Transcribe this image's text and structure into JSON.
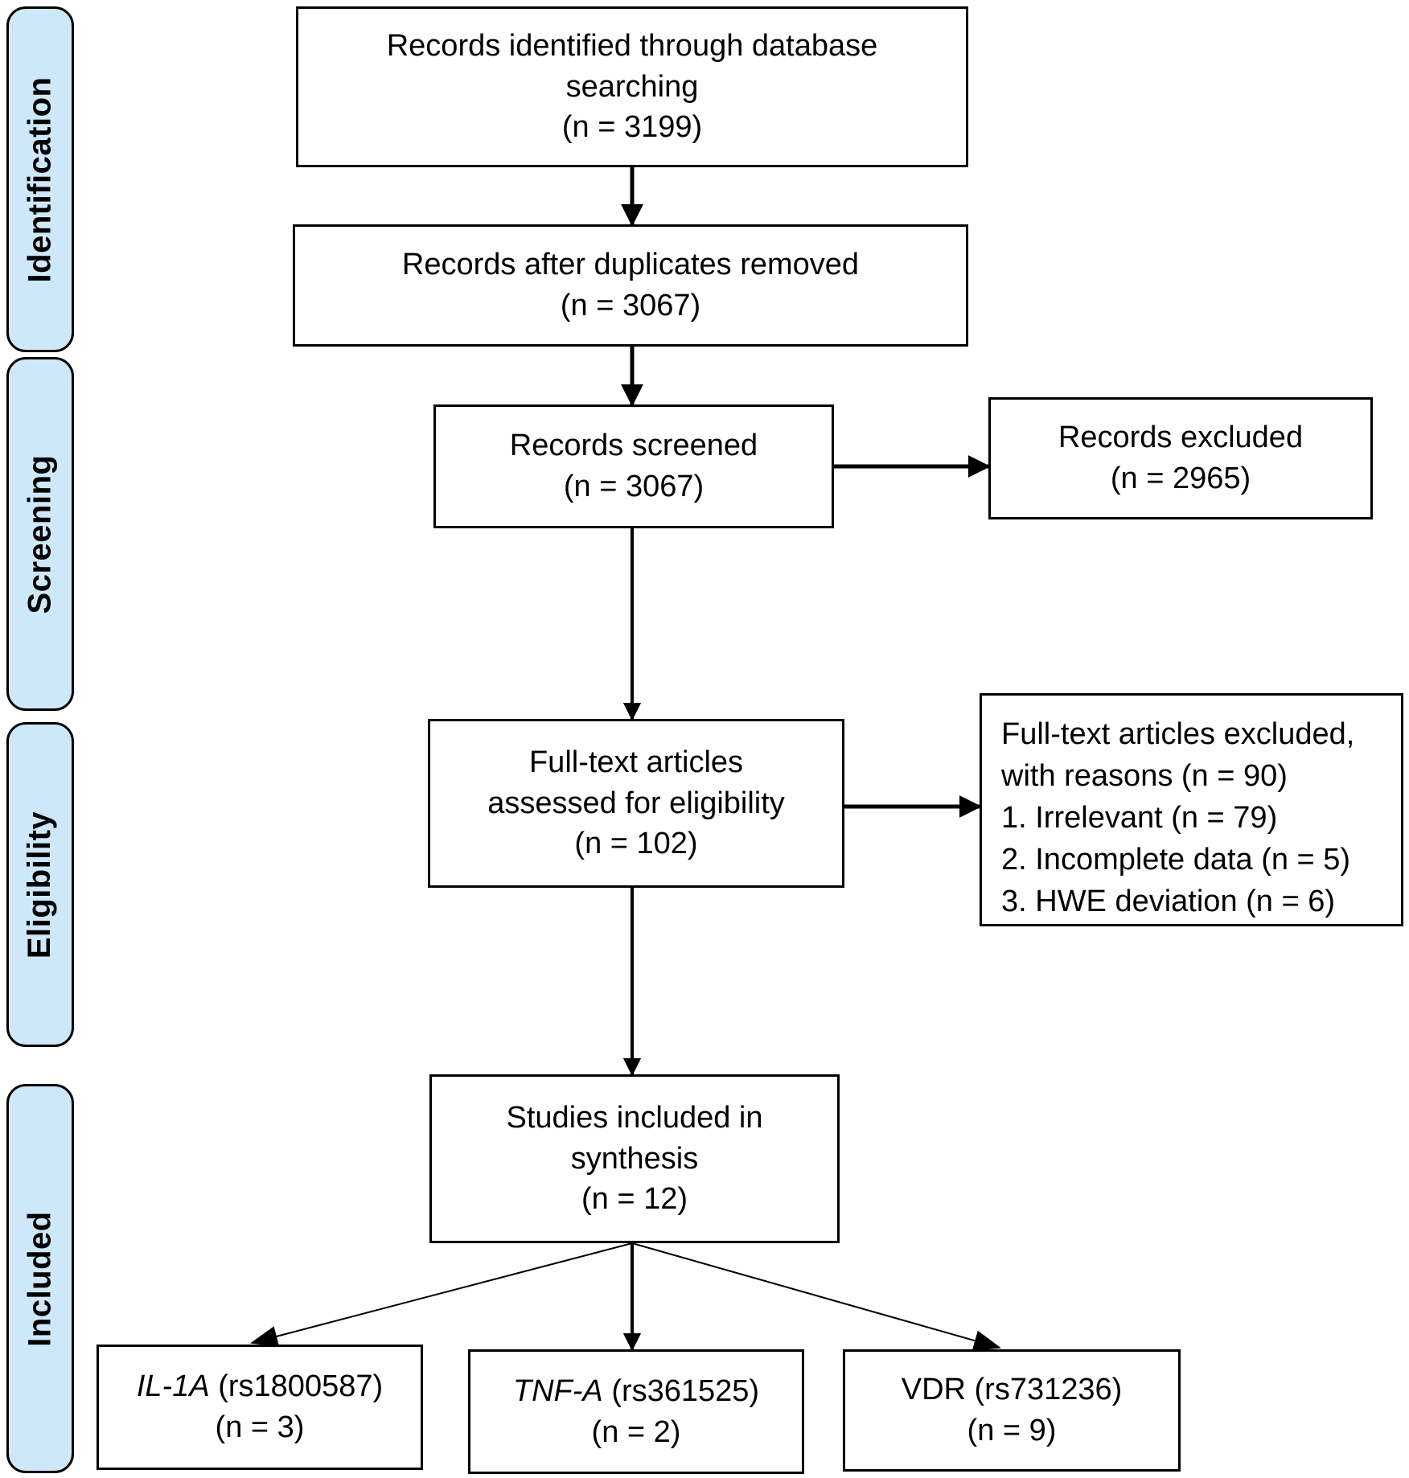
{
  "sidebar": {
    "stages": [
      {
        "label": "Identification"
      },
      {
        "label": "Screening"
      },
      {
        "label": "Eligibility"
      },
      {
        "label": "Included"
      }
    ]
  },
  "boxes": {
    "identified": {
      "line1": "Records identified through database",
      "line2": "searching",
      "line3": "(n = 3199)"
    },
    "duplicates_removed": {
      "line1": "Records after duplicates removed",
      "line2": "(n = 3067)"
    },
    "screened": {
      "line1": "Records screened",
      "line2": "(n = 3067)"
    },
    "records_excluded": {
      "line1": "Records excluded",
      "line2": "(n = 2965)"
    },
    "fulltext_assessed": {
      "line1": "Full-text articles",
      "line2": "assessed for eligibility",
      "line3": "(n = 102)"
    },
    "fulltext_excluded": {
      "line1": "Full-text articles excluded,",
      "line2": "with reasons (n = 90)",
      "line3": "1. Irrelevant (n = 79)",
      "line4": "2. Incomplete data (n = 5)",
      "line5": "3. HWE deviation (n = 6)"
    },
    "included_synthesis": {
      "line1": "Studies included in",
      "line2": "synthesis",
      "line3": "(n = 12)"
    },
    "gene_il1a": {
      "gene": "IL-1A",
      "suffix": " (rs1800587)",
      "line2": "(n = 3)"
    },
    "gene_tnfa": {
      "gene": "TNF-A",
      "suffix": " (rs361525)",
      "line2": "(n = 2)"
    },
    "gene_vdr": {
      "line1": "VDR (rs731236)",
      "line2": "(n = 9)"
    }
  },
  "colors": {
    "stage_fill": "#cfe8f9",
    "box_border": "#000000",
    "arrow": "#000000",
    "background": "#ffffff"
  }
}
